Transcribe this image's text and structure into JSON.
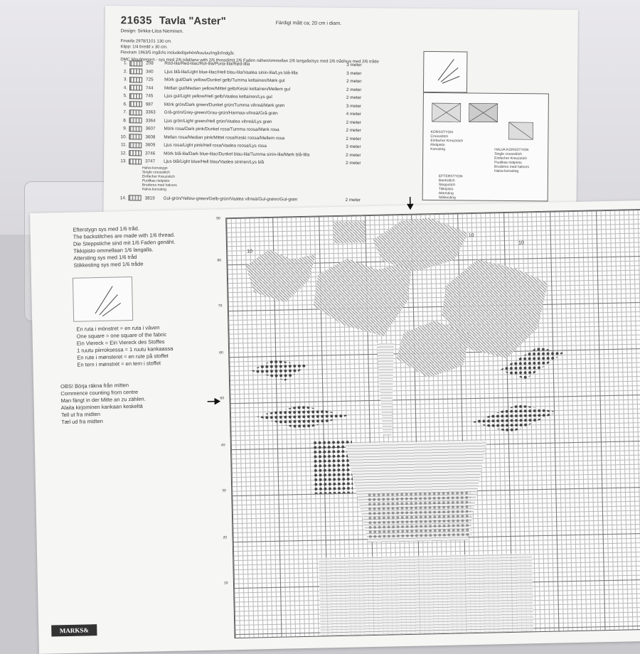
{
  "header": {
    "number": "21635",
    "title": "Tavla \"Aster\"",
    "size": "Färdigt mått ca; 20 cm i diam.",
    "design": "Design: Sirkka-Liisa Nieminen.",
    "fabric_lines": [
      "Finaida 2978/1101 130 cm.",
      "Klipp: 1/4 bredd x 30 cm.",
      "Flexiram 1963/5 ingår/is included/gehört/kuuluu/ingår/indgår."
    ],
    "yarn_heading": "DMC Moulinegarn - sys med 2/6 tråd/sew with 2/6 thread/mit 2/6 Faden nähen/ommellan 2/6 langalla/sys med 2/6 tråd/sys med 2/6 tråde"
  },
  "legend": [
    {
      "no": "1.",
      "code": "208",
      "name": "Röd-lila/Red-lilac/Rot-lila/Puna-lila/Rød-lilla",
      "length": "3 meter"
    },
    {
      "no": "2.",
      "code": "340",
      "name": "Ljus blå-lila/Light blue-lilac/Hell blau-lila/Vaalea sinin-lila/Lys blå-lilla",
      "length": "3 meter"
    },
    {
      "no": "3.",
      "code": "725",
      "name": "Mörk gul/Dark yellow/Dunkel gelb/Tumma keltainen/Mørk gul",
      "length": "2 meter"
    },
    {
      "no": "4.",
      "code": "744",
      "name": "Mellan gul/Median yellow/Mittel gelb/Keski keltainen/Mellem gul",
      "length": "2 meter"
    },
    {
      "no": "5.",
      "code": "745",
      "name": "Ljus gul/Light yellow/Hell gelb/Vaalea keltainen/Lys gul",
      "length": "2 meter"
    },
    {
      "no": "6.",
      "code": "987",
      "name": "Mörk grön/Dark green/Dunkel grün/Tumma vihreä/Mørk grøn",
      "length": "3 meter"
    },
    {
      "no": "7.",
      "code": "3363",
      "name": "Grå-grön/Grey-green/Grau-grün/Harmaa-vihreä/Grå-grøn",
      "length": "4 meter"
    },
    {
      "no": "8.",
      "code": "3364",
      "name": "Ljus grön/Light green/Hell grün/Vaalea vihreä/Lys grøn",
      "length": "2 meter"
    },
    {
      "no": "9.",
      "code": "3607",
      "name": "Mörk rosa/Dark pink/Dunkel rosa/Tumma roosa/Mørk rosa",
      "length": "2 meter"
    },
    {
      "no": "10.",
      "code": "3608",
      "name": "Mellan rosa/Median pink/Mittel rosa/Keski roosa/Mellem rosa",
      "length": "2 meter"
    },
    {
      "no": "11.",
      "code": "3609",
      "name": "Ljus rosa/Light pink/Hell rosa/Vaalea roosa/Lys rosa",
      "length": "3 meter"
    },
    {
      "no": "12.",
      "code": "3746",
      "name": "Mörk blå-lila/Dark blue-lilac/Dunkel blau-lila/Tumma sinin-lila/Mørk blå-lilla",
      "length": "2 meter"
    },
    {
      "no": "13.",
      "code": "3747",
      "name": "Ljus blå/Light blue/Hell blau/Vaalea sininen/Lys blå",
      "length": "2 meter"
    }
  ],
  "legend_13_sub": [
    "Halva korsstygn",
    "Single crossstitch",
    "Einfacher Kreuzstich",
    "Puolikas ristipisto",
    "Broderes med halvors",
    "Halva korssting"
  ],
  "legend_14": {
    "no": "14.",
    "code": "3819",
    "name": "Gul-grön/Yellow-green/Gelb-grün/Vaalea vihreä/Gul-grønn/Gul-grøn",
    "length": "2 meter"
  },
  "diagrams": {
    "korsstygn": [
      "KORSSTYGN",
      "Crossstitch",
      "Einfacher Kreuzstich",
      "Ristipisto",
      "Korssting"
    ],
    "halva": [
      "HALVA KORSSTYGN",
      "Single crossstitch",
      "Einfacher Kreuzstich",
      "Puolikas ristipisto",
      "Broderes med halvors",
      "Halva korssting"
    ],
    "efterstygn": [
      "EFTERSTYGN",
      "Backstitch",
      "Steppstich",
      "Tikkipisto",
      "Attersting",
      "Stikkesting"
    ]
  },
  "backstitch_notes": [
    "Efterstygn sys med 1/6 tråd.",
    "The backstitches are made with 1/6 thread.",
    "Die Steppstiche sind mit 1/6 Faden genäht.",
    "Tikkipisto ommellaan 1/6 langalla.",
    "Attersting sys med 1/6 tråd",
    "Stikkesting sys med 1/6 tråde"
  ],
  "square_notes": [
    "En ruta i mönstret = en ruta i väven",
    "One square = one square of the fabric",
    "Ein Viereck = Ein Viereck des Stoffes",
    "1 ruutu piirroksessa = 1 ruutu kankaassa",
    "En rute i mønsteret = en rute på stoffet",
    "En tern i mønstret = en tern i stoffet"
  ],
  "centre_notes": [
    "OBS! Börja räkna från mitten",
    "Commence counting from centre",
    "Man fängt in der Mitte an zu zählen.",
    "Alaita kirjominen kankaan keskeltä",
    "Tell ut fra midten",
    "Tæl ud fra midten"
  ],
  "chart_axis": [
    "90",
    "80",
    "70",
    "60",
    "50",
    "40",
    "30",
    "20",
    "10"
  ],
  "chart_labels": [
    "10",
    "10",
    "10"
  ],
  "brand": "MARKS&"
}
